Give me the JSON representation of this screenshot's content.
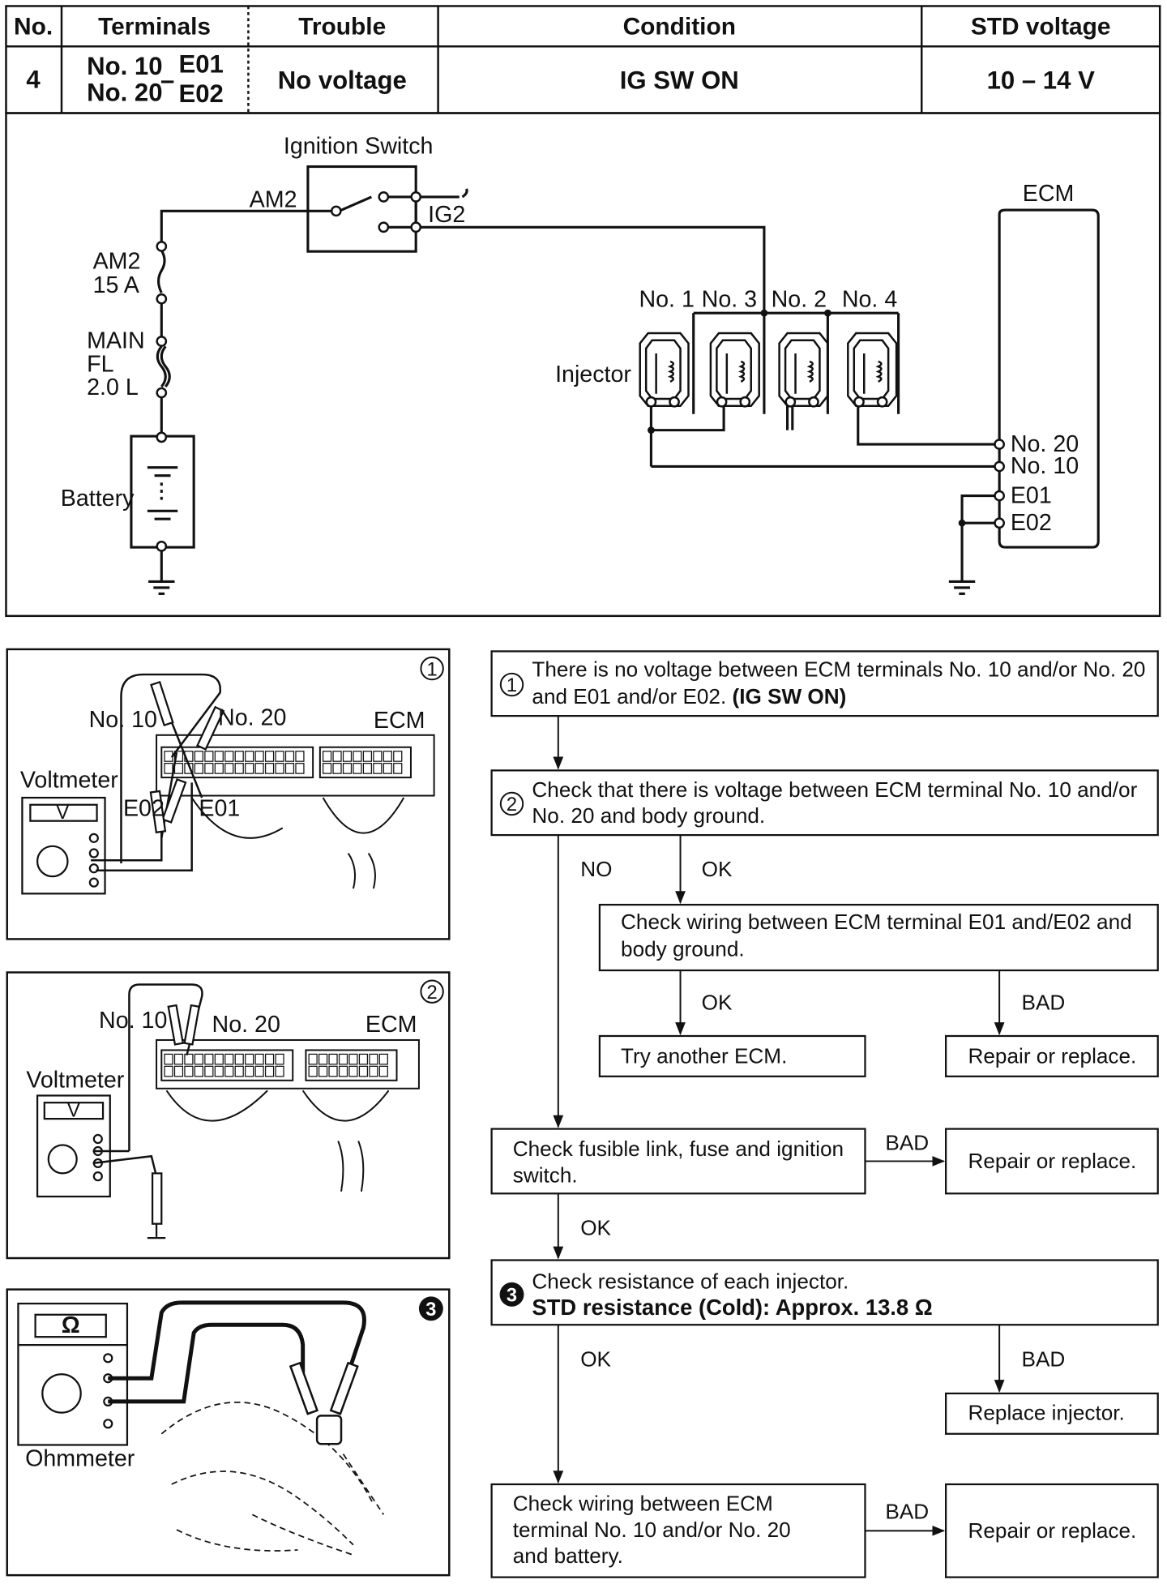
{
  "table": {
    "headers": [
      "No.",
      "Terminals",
      "Trouble",
      "Condition",
      "STD voltage"
    ],
    "row": {
      "no": "4",
      "term_l1": "No. 10",
      "term_r1": "E01",
      "term_l2": "No. 20",
      "term_r2": "E02",
      "dash": "–",
      "trouble": "No voltage",
      "condition": "IG SW ON",
      "std_voltage": "10 – 14 V"
    }
  },
  "circuit": {
    "ignition_switch": "Ignition Switch",
    "am2": "AM2",
    "ig2": "IG2",
    "fuse_label_1": "AM2",
    "fuse_label_2": "15 A",
    "fl_label_1": "MAIN",
    "fl_label_2": "FL",
    "fl_label_3": "2.0 L",
    "battery": "Battery",
    "injector": "Injector",
    "inj_labels": [
      "No. 1",
      "No. 3",
      "No. 2",
      "No. 4"
    ],
    "ecm": "ECM",
    "ecm_terms": [
      "No. 20",
      "No. 10",
      "E01",
      "E02"
    ]
  },
  "illus": {
    "p1": {
      "num": "1",
      "no10": "No. 10",
      "no20": "No. 20",
      "ecm": "ECM",
      "meter": "Voltmeter",
      "e02": "E02",
      "e01": "E01",
      "v": "V"
    },
    "p2": {
      "num": "2",
      "no10": "No. 10",
      "no20": "No. 20",
      "ecm": "ECM",
      "meter": "Voltmeter",
      "v": "V"
    },
    "p3": {
      "num": "3",
      "meter": "Ohmmeter",
      "omega": "Ω"
    }
  },
  "flow": {
    "box1_num": "1",
    "box1_l1": "There is no voltage between ECM terminals No. 10 and/or No. 20",
    "box1_l2a": "and E01 and/or E02. ",
    "box1_l2b": "(IG SW ON)",
    "box2_num": "2",
    "box2_l1": "Check that there is voltage between ECM terminal No. 10 and/or",
    "box2_l2": "No. 20 and body ground.",
    "no": "NO",
    "ok1": "OK",
    "box_wiring_l1": "Check wiring between ECM terminal E01 and/E02 and",
    "box_wiring_l2": "body ground.",
    "ok2": "OK",
    "bad1": "BAD",
    "box_try": "Try another ECM.",
    "box_repair1": "Repair or replace.",
    "box_fuse_l1": "Check fusible link, fuse and ignition",
    "box_fuse_l2": "switch.",
    "bad2": "BAD",
    "box_repair2": "Repair or replace.",
    "ok3": "OK",
    "box3_num": "3",
    "box3_l1": "Check resistance of each injector.",
    "box3_l2": "STD resistance (Cold):   Approx. 13.8 Ω",
    "ok4": "OK",
    "bad3": "BAD",
    "box_replace": "Replace injector.",
    "box_final_l1": "Check wiring between ECM",
    "box_final_l2": "terminal No. 10 and/or No. 20",
    "box_final_l3": "and  battery.",
    "bad4": "BAD",
    "box_repair3": "Repair or replace."
  }
}
